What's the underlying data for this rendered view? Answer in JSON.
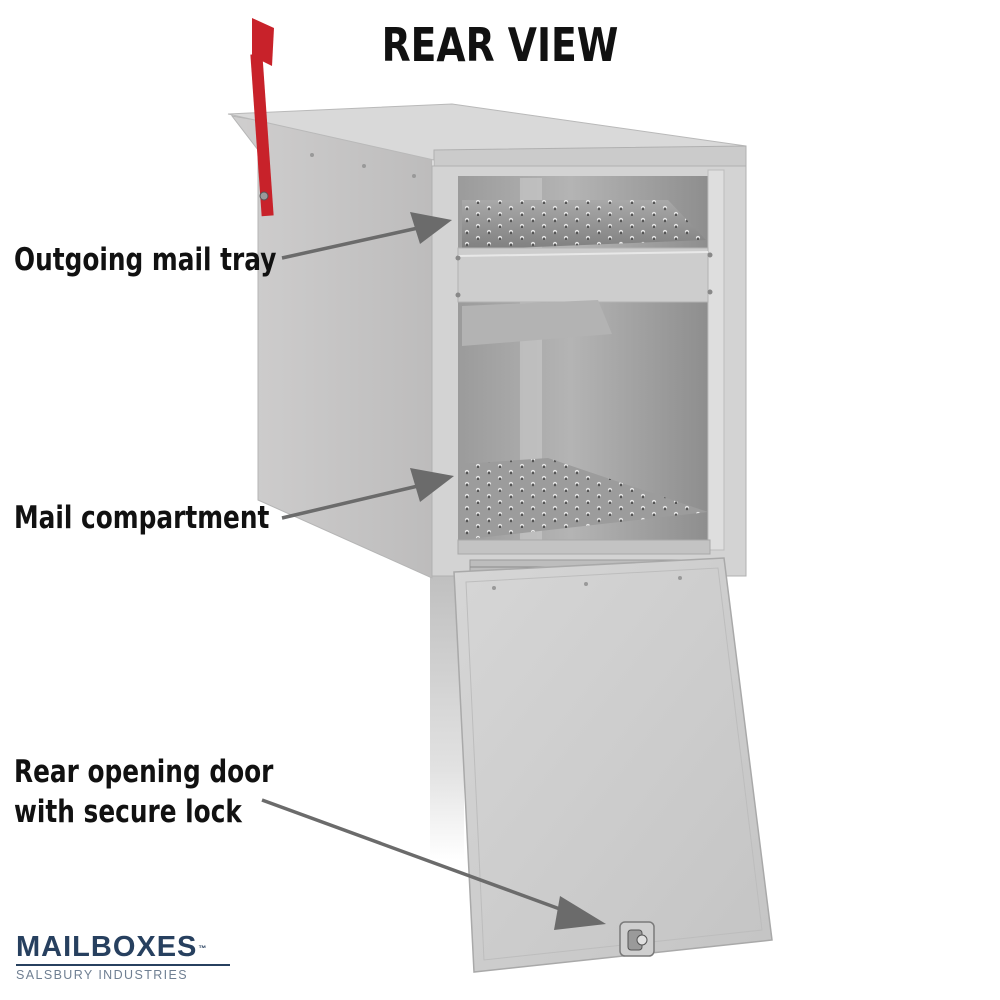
{
  "title": "REAR VIEW",
  "callouts": {
    "tray": "Outgoing mail tray",
    "compartment": "Mail compartment",
    "door_line1": "Rear opening door",
    "door_line2": "with secure lock"
  },
  "logo": {
    "brand": "MAILBOXES",
    "trademark": "™",
    "company": "SALSBURY INDUSTRIES"
  },
  "colors": {
    "flag": "#c8222a",
    "metal": "#c9c8c8",
    "text": "#111111",
    "brand": "#27405f"
  }
}
